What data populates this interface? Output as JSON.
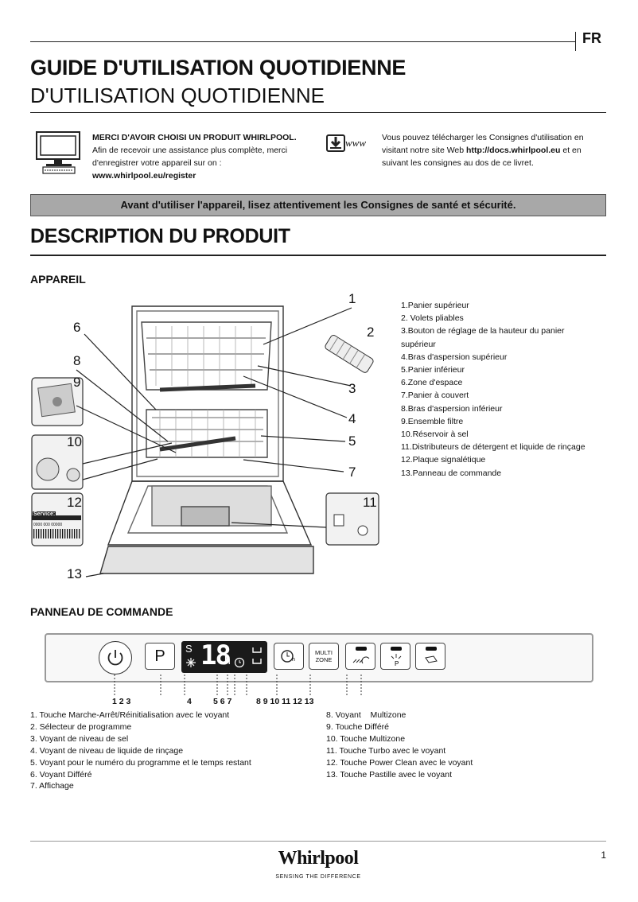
{
  "header": {
    "lang": "FR",
    "title_bold": "GUIDE D'UTILISATION QUOTIDIENNE",
    "title_light": "D'UTILISATION QUOTIDIENNE"
  },
  "intro": {
    "left_bold": "MERCI D'AVOIR CHOISI UN PRODUIT WHIRLPOOL.",
    "left_text1": "Afin de recevoir une assistance plus complète, merci",
    "left_text2": "d'enregistrer votre appareil sur on :",
    "left_url": "www.whirlpool.eu/register",
    "www_icon_text": "www",
    "right_text1": "Vous pouvez télécharger les Consignes d'utilisation en",
    "right_text2_pre": "visitant notre site Web ",
    "right_url": "http://docs.whirlpool.eu",
    "right_text2_post": " et en",
    "right_text3": "suivant les consignes au dos de ce livret."
  },
  "banner": "Avant d'utiliser l'appareil, lisez attentivement les Consignes de santé et sécurité.",
  "section_title": "DESCRIPTION DU PRODUIT",
  "appareil": {
    "heading": "APPAREIL",
    "parts": [
      "1.Panier supérieur",
      "2. Volets pliables",
      "3.Bouton de réglage de la hauteur du panier supérieur",
      "4.Bras d'aspersion supérieur",
      "5.Panier inférieur",
      "6.Zone d'espace",
      "7.Panier à couvert",
      "8.Bras d'aspersion inférieur",
      "9.Ensemble filtre",
      "10.Réservoir à sel",
      "11.Distributeurs de détergent et liquide de rinçage",
      "12.Plaque signalétique",
      "13.Panneau de commande"
    ],
    "callouts": [
      "1",
      "2",
      "3",
      "4",
      "5",
      "6",
      "7",
      "8",
      "9",
      "10",
      "11",
      "12",
      "13"
    ],
    "plate_label": "Service:",
    "plate_number": "0000 000 00000"
  },
  "panneau": {
    "heading": "PANNEAU DE COMMANDE",
    "btn_p": "P",
    "display_s": "S",
    "display_digits": "18",
    "display_h": "h",
    "multizone_1": "MULTI",
    "multizone_2": "ZONE",
    "num_labels": [
      "1 2 3",
      "4",
      "5 6 7",
      "8 9 10 11 12 13"
    ],
    "legend_left": [
      "1. Touche Marche-Arrêt/Réinitialisation avec le voyant",
      "2. Sélecteur de programme",
      "3. Voyant de niveau de sel",
      "4. Voyant de niveau de liquide de rinçage",
      "5.  Voyant pour le numéro du programme et le temps restant",
      "6. Voyant Différé",
      "7. Affichage"
    ],
    "legend_right": [
      "8. Voyant    Multizone",
      "9. Touche Différé",
      "10. Touche Multizone",
      "11. Touche Turbo avec le voyant",
      "12. Touche Power Clean avec le voyant",
      "13. Touche Pastille avec le voyant"
    ]
  },
  "footer": {
    "brand": "Whirlpool",
    "tagline": "SENSING THE DIFFERENCE",
    "page": "1"
  }
}
